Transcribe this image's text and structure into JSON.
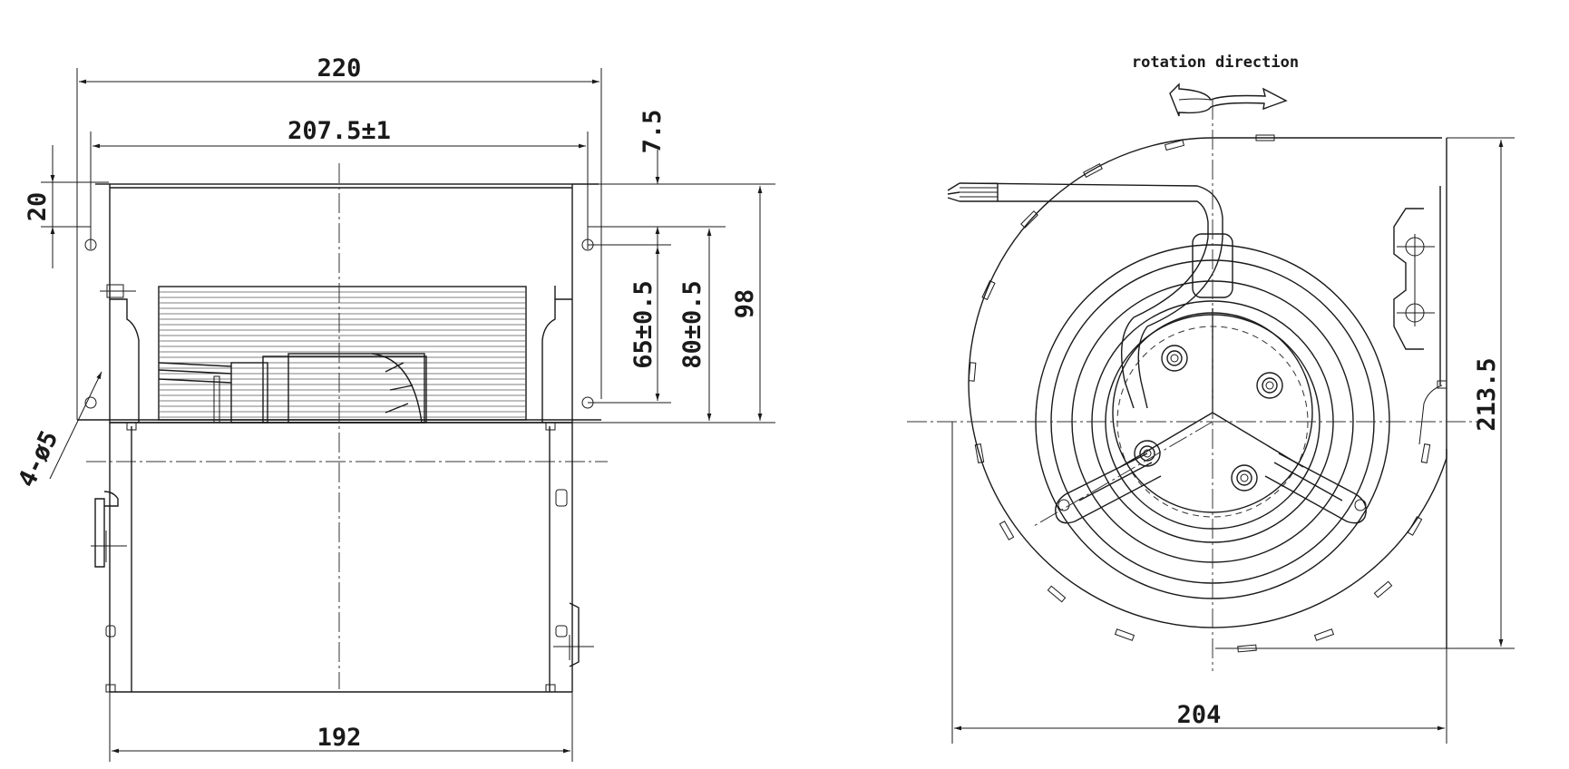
{
  "dimensions": {
    "width_220": "220",
    "width_207": "207.5±1",
    "top_20": "20",
    "top_7_5": "7.5",
    "hole_65": "65±0.5",
    "hole_80": "80±0.5",
    "height_98": "98",
    "holes_4": "4-ø5",
    "bottom_192": "192",
    "height_213": "213.5",
    "width_204": "204"
  },
  "labels": {
    "rotation": "rotation direction"
  }
}
